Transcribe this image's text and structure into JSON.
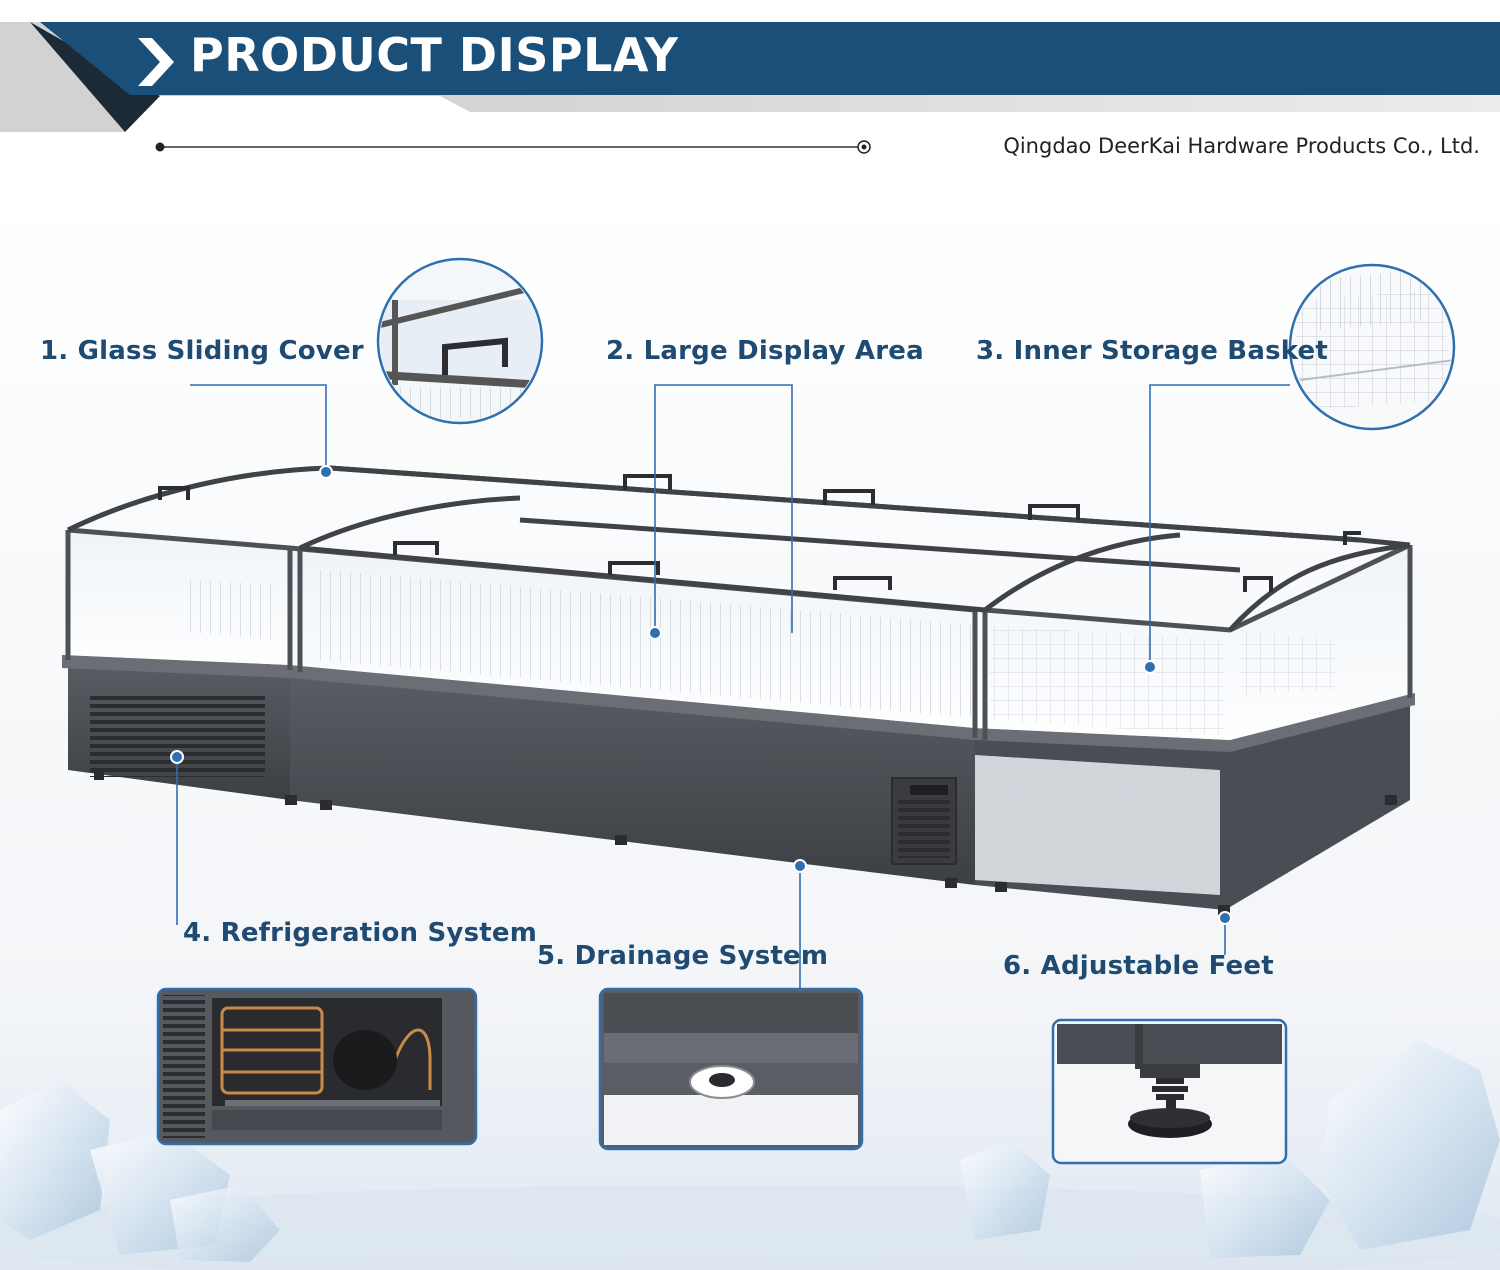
{
  "header": {
    "title": "PRODUCT DISPLAY",
    "company": "Qingdao DeerKai Hardware Products Co., Ltd."
  },
  "features": [
    {
      "label": "1. Glass Sliding Cover",
      "icon": "glass-sliding-cover-icon"
    },
    {
      "label": "2. Large Display Area",
      "icon": "display-area-icon"
    },
    {
      "label": "3. Inner Storage Basket",
      "icon": "storage-basket-icon"
    },
    {
      "label": "4. Refrigeration System",
      "icon": "refrigeration-system-icon"
    },
    {
      "label": "5. Drainage System",
      "icon": "drainage-system-icon"
    },
    {
      "label": "6. Adjustable Feet",
      "icon": "adjustable-feet-icon"
    }
  ],
  "colors": {
    "banner": "#1a4f7a",
    "label": "#1f4b72",
    "accent": "#2f6fb0",
    "cabinet": "#4a4d53"
  }
}
